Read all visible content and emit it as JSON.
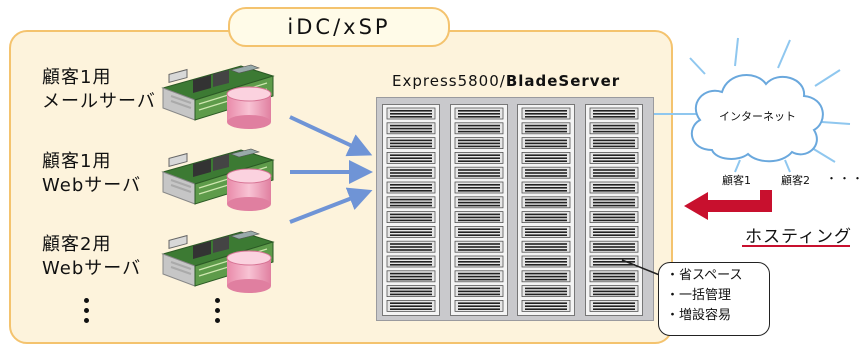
{
  "title": "iDC/xSP",
  "customers": [
    {
      "line1": "顧客1用",
      "line2": "メールサーバ"
    },
    {
      "line1": "顧客1用",
      "line2": "Webサーバ"
    },
    {
      "line1": "顧客2用",
      "line2": "Webサーバ"
    }
  ],
  "server_name_prefix": "Express5800/",
  "server_name_bold": "BladeServer",
  "cloud_label": "インターネット",
  "clients": [
    "顧客1",
    "顧客2",
    "・・・"
  ],
  "hosting_label": "ホスティング",
  "benefits": [
    "・省スペース",
    "・一括管理",
    "・増設容易"
  ],
  "colors": {
    "panel_bg": "#fdf3dc",
    "panel_border": "#f4c36e",
    "arrow_blue": "#6f94d6",
    "hosting_red": "#c8102e",
    "disk_pink": "#f2a7bf",
    "board_green": "#4d8a3a"
  }
}
